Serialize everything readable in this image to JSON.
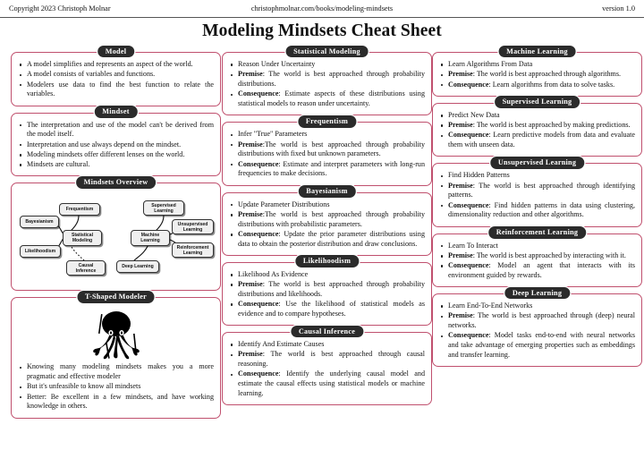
{
  "header": {
    "copyright": "Copyright 2023 Christoph Molnar",
    "url": "christophmolnar.com/books/modeling-mindsets",
    "version": "version 1.0",
    "title": "Modeling Mindsets Cheat Sheet"
  },
  "boxes": {
    "model": {
      "title": "Model",
      "bullets": [
        {
          "plain": "A model simplifies and represents an aspect of the world."
        },
        {
          "plain": "A model consists of variables and functions."
        },
        {
          "plain": "Modelers use data to find the best function to relate the variables."
        }
      ]
    },
    "mindset": {
      "title": "Mindset",
      "bullets": [
        {
          "plain": "The interpretation and use of the model can't be derived from the model itself."
        },
        {
          "plain": "Interpretation and use always depend on the mindset."
        },
        {
          "plain": "Modeling mindsets offer different lenses on the world."
        },
        {
          "plain": "Mindsets are cultural."
        }
      ]
    },
    "overview": {
      "title": "Mindsets Overview",
      "nodes": [
        {
          "id": "frequentism",
          "label": "Frequentism"
        },
        {
          "id": "bayesianism",
          "label": "Bayesianism"
        },
        {
          "id": "likelihoodism",
          "label": "Likelihoodism"
        },
        {
          "id": "statistical-modeling",
          "label": "Statistical Modeling"
        },
        {
          "id": "causal-inference",
          "label": "Causal Inference"
        },
        {
          "id": "supervised-learning",
          "label": "Supervised Learning"
        },
        {
          "id": "machine-learning",
          "label": "Machine Learning"
        },
        {
          "id": "unsupervised-learning",
          "label": "Unsupervised Learning"
        },
        {
          "id": "reinforcement-learning",
          "label": "Reinforcement Learning"
        },
        {
          "id": "deep-learning",
          "label": "Deep Learning"
        }
      ]
    },
    "tshaped": {
      "title": "T-Shaped Modeler",
      "icon": "octopus-illustration",
      "bullets": [
        {
          "plain": "Knowing many modeling mindsets makes you a more pragmatic and effective modeler"
        },
        {
          "plain": "But it's unfeasible to know all mindsets"
        },
        {
          "plain": "Better: Be excellent in a few mindsets, and have working knowledge in others."
        }
      ]
    },
    "statistical_modeling": {
      "title": "Statistical Modeling",
      "bullets": [
        {
          "plain": "Reason Under Uncertainty"
        },
        {
          "kw": "Premise",
          "sep": ": ",
          "plain": "The world is best approached through probability distributions."
        },
        {
          "kw": "Consequence",
          "sep": ": ",
          "plain": "Estimate aspects of these distributions using statistical models to reason under uncertainty."
        }
      ]
    },
    "frequentism": {
      "title": "Frequentism",
      "bullets": [
        {
          "plain": "Infer \"True\" Parameters"
        },
        {
          "kw": "Premise",
          "sep": ":",
          "plain": "The world is best approached through probability distributions with fixed but unknown parameters."
        },
        {
          "kw": "Consequence",
          "sep": ": ",
          "plain": "Estimate and interpret parameters with long-run frequencies to make decisions."
        }
      ]
    },
    "bayesianism": {
      "title": "Bayesianism",
      "bullets": [
        {
          "plain": "Update Parameter Distributions"
        },
        {
          "kw": "Premise",
          "sep": ":",
          "plain": "The world is best approached through probability distributions with probabilistic parameters."
        },
        {
          "kw": "Consequence",
          "sep": ": ",
          "plain": "Update the prior parameter distributions using data to obtain the posterior distribution and draw conclusions."
        }
      ]
    },
    "likelihoodism": {
      "title": "Likelihoodism",
      "bullets": [
        {
          "plain": "Likelihood As Evidence"
        },
        {
          "kw": "Premise",
          "sep": ": ",
          "plain": "The world is best approached through probability distributions and likelihoods."
        },
        {
          "kw": "Consequence",
          "sep": ": ",
          "plain": "Use the likelihood of statistical models as evidence and to compare hypotheses."
        }
      ]
    },
    "causal_inference": {
      "title": "Causal Inference",
      "bullets": [
        {
          "plain": "Identify And Estimate Causes"
        },
        {
          "kw": "Premise",
          "sep": ": ",
          "plain": "The world is best approached through causal reasoning."
        },
        {
          "kw": "Consequence",
          "sep": ": ",
          "plain": "Identify the underlying causal model and estimate the causal effects using statistical models or machine learning."
        }
      ]
    },
    "machine_learning": {
      "title": "Machine Learning",
      "bullets": [
        {
          "plain": "Learn Algorithms From Data"
        },
        {
          "kw": "Premise",
          "sep": ": ",
          "plain": "The world is best approached through algorithms."
        },
        {
          "kw": "Consequence",
          "sep": ": ",
          "plain": "Learn algorithms from data to solve tasks."
        }
      ]
    },
    "supervised_learning": {
      "title": "Supervised Learning",
      "bullets": [
        {
          "plain": "Predict New Data"
        },
        {
          "kw": "Premise",
          "sep": ": ",
          "plain": "The world is best approached by making predictions."
        },
        {
          "kw": "Consequence",
          "sep": ": ",
          "plain": "Learn predictive models from data and evaluate them with unseen data."
        }
      ]
    },
    "unsupervised_learning": {
      "title": "Unsupervised Learning",
      "bullets": [
        {
          "plain": "Find Hidden Patterns"
        },
        {
          "kw": "Premise",
          "sep": ": ",
          "plain": "The world is best approached through identifying patterns."
        },
        {
          "kw": "Consequence",
          "sep": ": ",
          "plain": "Find hidden patterns in data using clustering, dimensionality reduction and other algorithms."
        }
      ]
    },
    "reinforcement_learning": {
      "title": "Reinforcement Learning",
      "bullets": [
        {
          "plain": "Learn To Interact"
        },
        {
          "kw": "Premise",
          "sep": ": ",
          "plain": "The world is best approached by interacting with it."
        },
        {
          "kw": "Consequence",
          "sep": ": ",
          "plain": "Model an agent that interacts with its environment guided by rewards."
        }
      ]
    },
    "deep_learning": {
      "title": "Deep Learning",
      "bullets": [
        {
          "plain": "Learn End-To-End Networks"
        },
        {
          "kw": "Premise",
          "sep": ": ",
          "plain": "The world is best approached through (deep) neural networks."
        },
        {
          "kw": "Consequence",
          "sep": ": ",
          "plain": "Model tasks end-to-end with neural networks and take advantage of emerging properties such as embeddings and transfer learning."
        }
      ]
    }
  },
  "colors": {
    "box_border": "#c0506e",
    "badge_bg": "#2b2b2b",
    "badge_text": "#ffffff"
  }
}
